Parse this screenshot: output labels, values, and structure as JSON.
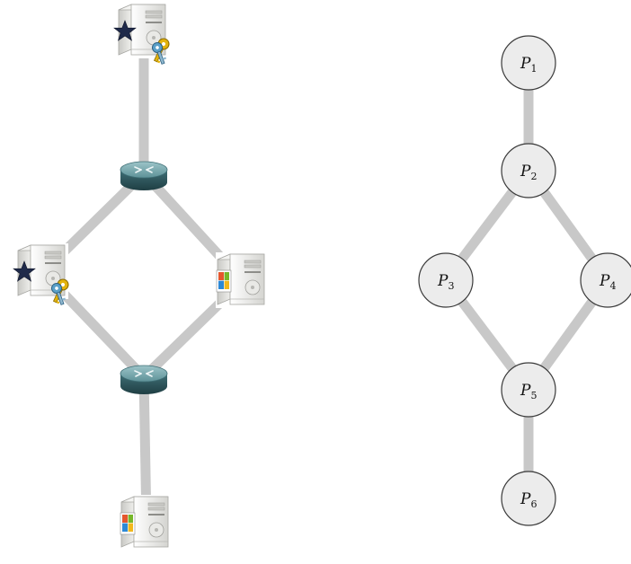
{
  "network_diagram": {
    "devices": [
      {
        "id": "server-top",
        "kind": "server",
        "badge": "star",
        "overlay": "keys"
      },
      {
        "id": "router-upper",
        "kind": "router"
      },
      {
        "id": "server-left",
        "kind": "server",
        "badge": "star",
        "overlay": "keys"
      },
      {
        "id": "server-right",
        "kind": "server",
        "badge": "windows"
      },
      {
        "id": "router-lower",
        "kind": "router"
      },
      {
        "id": "server-bottom",
        "kind": "server",
        "badge": "windows"
      }
    ],
    "links": [
      [
        "server-top",
        "router-upper"
      ],
      [
        "router-upper",
        "server-left"
      ],
      [
        "router-upper",
        "server-right"
      ],
      [
        "server-left",
        "router-lower"
      ],
      [
        "server-right",
        "router-lower"
      ],
      [
        "router-lower",
        "server-bottom"
      ]
    ]
  },
  "graph": {
    "nodes": [
      {
        "id": "P1",
        "label": "P",
        "sub": "1"
      },
      {
        "id": "P2",
        "label": "P",
        "sub": "2"
      },
      {
        "id": "P3",
        "label": "P",
        "sub": "3"
      },
      {
        "id": "P4",
        "label": "P",
        "sub": "4"
      },
      {
        "id": "P5",
        "label": "P",
        "sub": "5"
      },
      {
        "id": "P6",
        "label": "P",
        "sub": "6"
      }
    ],
    "edges": [
      [
        "P1",
        "P2"
      ],
      [
        "P2",
        "P3"
      ],
      [
        "P2",
        "P4"
      ],
      [
        "P3",
        "P5"
      ],
      [
        "P4",
        "P5"
      ],
      [
        "P5",
        "P6"
      ]
    ]
  },
  "colors": {
    "link": "#c8c8c8",
    "node_fill": "#ececec",
    "node_stroke": "#3a3a3a",
    "router": "#4a7f87",
    "server_body": "#dcdcd8",
    "star": "#1f2a4a",
    "key": "#d9a400"
  }
}
